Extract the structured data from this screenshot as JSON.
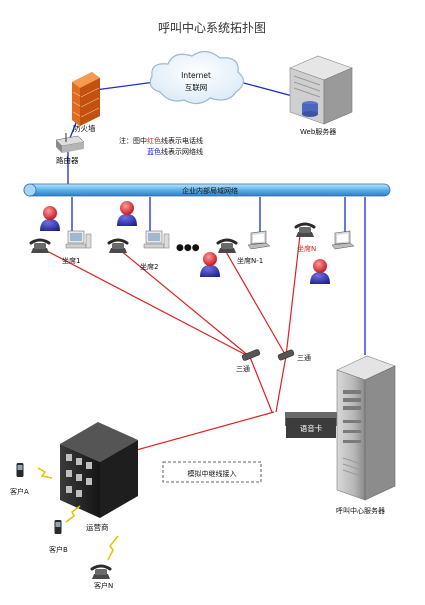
{
  "title": "呼叫中心系统拓扑图",
  "internet": {
    "line1": "Internet",
    "line2": "互联网"
  },
  "firewall_label": "防火墙",
  "router_label": "路由器",
  "web_server_label": "Web服务器",
  "note": {
    "prefix": "注：图中",
    "red_word": "红色",
    "red_suffix": "线表示电话线",
    "blue_word": "蓝色",
    "blue_suffix": "线表示网络线"
  },
  "lan_label": "企业内部局域网络",
  "seats": [
    "坐席1",
    "坐席2",
    "坐席N-1",
    "坐席N"
  ],
  "ellipsis": "●●●",
  "tee_label": "三通",
  "voice_card_label": "语音卡",
  "callcenter_label": "呼叫中心服务器",
  "trunk_label": "模拟中继线接入",
  "carrier_label": "运营商",
  "customers": [
    "客户A",
    "客户B",
    "客户N"
  ],
  "colors": {
    "phone_line": "#e02020",
    "network_line": "#1a2bd0",
    "lan_bar": "#5ab0e8"
  }
}
